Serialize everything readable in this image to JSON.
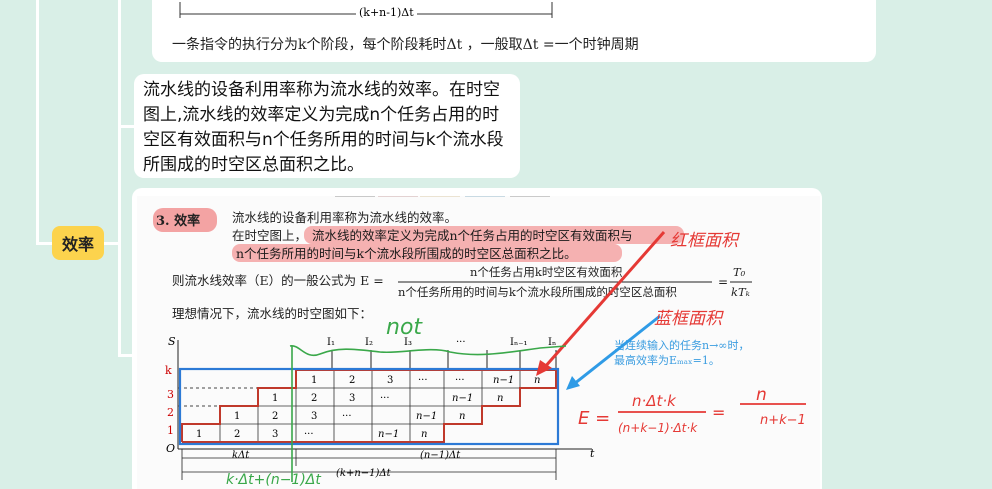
{
  "top_card": {
    "axis_label": "(k+n-1)Δt",
    "caption": "一条指令的执行分为k个阶段，每个阶段耗时Δt ，一般取Δt =一个时钟周期"
  },
  "topic": {
    "label": "效率"
  },
  "note": {
    "lines": [
      "流水线的设备利用率称为流水线的效率。在时空",
      "图上,流水线的效率定义为完成n个任务占用的时",
      "空区有效面积与n个任务所用的时间与k个流水段",
      "所围成的时空区总面积之比。"
    ]
  },
  "figure": {
    "section": "3. 效率",
    "line1": "流水线的设备利用率称为流水线的效率。",
    "line2a": "在时空图上，",
    "line2b": "流水线的效率定义为完成n个任务占用的时空区有效面积与",
    "line3": "n个任务所用的时间与k个流水段所围成的时空区总面积之比。",
    "formula_lhs": "则流水线效率（E）的一般公式为 E =",
    "formula_num": "n个任务占用k时空区有效面积",
    "formula_den": "n个任务所用的时间与k个流水段所围成的时空区总面积",
    "formula_eq": "=",
    "frac_num": "T₀",
    "frac_den": "kTₖ",
    "ideal": "理想情况下，流水线的时空图如下：",
    "side_note_1": "当连续输入的任务n→∞时，",
    "side_note_2": "最高效率为Eₘₐₓ=1。",
    "axis_s": "S",
    "axis_o": "O",
    "axis_t": "t",
    "inputs": [
      "I₁",
      "I₂",
      "I₃",
      "···",
      "Iₙ₋₁",
      "Iₙ"
    ],
    "stage_labels": [
      "k",
      "3",
      "2",
      "1"
    ],
    "rows": [
      [
        "1",
        "2",
        "3",
        "···",
        "···",
        "n−1",
        "n"
      ],
      [
        "1",
        "2",
        "3",
        "···",
        "n−1",
        "n"
      ],
      [
        "1",
        "2",
        "3",
        "···",
        "n−1",
        "n"
      ],
      [
        "1",
        "2",
        "3",
        "···",
        "n−1",
        "n"
      ]
    ],
    "bottom_label_1": "kΔt",
    "bottom_label_2": "(n−1)Δt",
    "bottom_label_3": "(k+n−1)Δt"
  },
  "handwriting": {
    "red_top": "红框面积",
    "red_mid": "蓝框面积",
    "green_not": "not",
    "green_bottom": "k·Δt+(n−1)Δt",
    "eq_lhs": "E =",
    "eq_num": "n·Δt·k",
    "eq_den": "(n+k−1)·Δt·k",
    "eq_mid": "=",
    "eq_rnum": "n",
    "eq_rden": "n+k−1"
  },
  "colors": {
    "background": "#d9efe7",
    "topic": "#fcd34d",
    "blue_box": "#2c7ad6",
    "red_step": "#c0392b",
    "ink_red": "#e53935",
    "ink_green": "#3aa84a",
    "highlight": "#f3a3a3"
  }
}
